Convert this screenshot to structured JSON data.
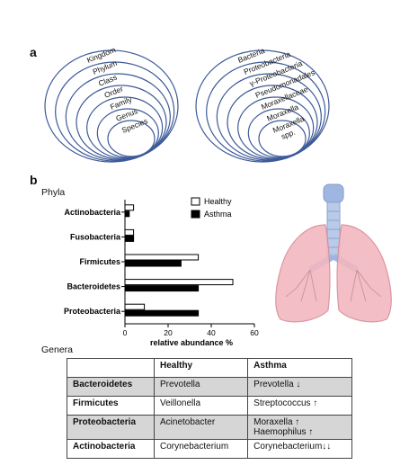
{
  "panel_labels": {
    "a": "a",
    "b": "b"
  },
  "taxonomy": {
    "left": [
      "Kingdom",
      "Phylum",
      "Class",
      "Order",
      "Family",
      "Genus",
      "Species"
    ],
    "right": [
      "Bacteria",
      "Proteobacteria",
      "γ-Proteobacteria",
      "Pseudomonadales",
      "Moraxellaceae",
      "Moraxella",
      "Moraxella spp."
    ],
    "ring_color": "#3d5a99"
  },
  "chart_data": {
    "type": "bar",
    "orientation": "horizontal",
    "title": "Phyla",
    "categories": [
      "Actinobacteria",
      "Fusobacteria",
      "Firmicutes",
      "Bacteroidetes",
      "Proteobacteria"
    ],
    "series": [
      {
        "name": "Healthy",
        "values": [
          4,
          4,
          34,
          50,
          9
        ],
        "color": "#ffffff"
      },
      {
        "name": "Asthma",
        "values": [
          2,
          4,
          26,
          34,
          34
        ],
        "color": "#000000"
      }
    ],
    "xlabel": "relative abundance %",
    "xlim": [
      0,
      60
    ],
    "xticks": [
      "0",
      "20",
      "40",
      "60"
    ],
    "legend_position": "top-right"
  },
  "genera": {
    "title": "Genera",
    "headers": [
      "",
      "Healthy",
      "Asthma"
    ],
    "rows": [
      {
        "phylum": "Bacteroidetes",
        "healthy": "Prevotella",
        "asthma": [
          "Prevotella ↓"
        ],
        "shade": true
      },
      {
        "phylum": "Firmicutes",
        "healthy": "Veillonella",
        "asthma": [
          "Streptococcus ↑"
        ],
        "shade": false
      },
      {
        "phylum": "Proteobacteria",
        "healthy": "Acinetobacter",
        "asthma": [
          "Moraxella ↑",
          "Haemophilus ↑"
        ],
        "shade": true
      },
      {
        "phylum": "Actinobacteria",
        "healthy": "Corynebacterium",
        "asthma": [
          "Corynebacterium↓↓"
        ],
        "shade": false
      }
    ]
  },
  "lungs": {
    "lung_color": "#f2b8c0",
    "airway_color": "#b9cbe8"
  }
}
